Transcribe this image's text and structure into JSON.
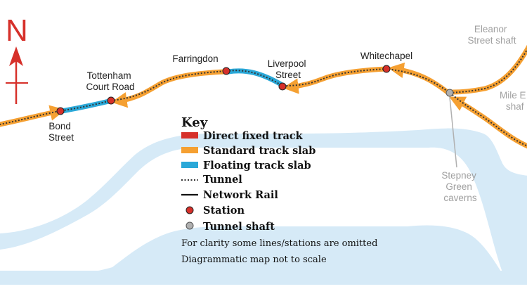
{
  "north_label": "N",
  "stations": [
    {
      "id": "bond",
      "name_lines": [
        "Bond",
        "Street"
      ]
    },
    {
      "id": "tcr",
      "name_lines": [
        "Tottenham",
        "Court Road"
      ]
    },
    {
      "id": "farringdon",
      "name_lines": [
        "Farringdon"
      ]
    },
    {
      "id": "liverpool",
      "name_lines": [
        "Liverpool",
        "Street"
      ]
    },
    {
      "id": "whitechapel",
      "name_lines": [
        "Whitechapel"
      ]
    }
  ],
  "shafts": [
    {
      "id": "eleanor",
      "name_lines": [
        "Eleanor",
        "Street shaft"
      ]
    },
    {
      "id": "mile",
      "name_lines": [
        "Mile E",
        "shaf"
      ]
    },
    {
      "id": "stepney",
      "name_lines": [
        "Stepney",
        "Green",
        "caverns"
      ]
    }
  ],
  "key": {
    "title": "Key",
    "items": [
      {
        "label": "Direct fixed track",
        "symbol": "bar",
        "color": "#d6302a"
      },
      {
        "label": "Standard track slab",
        "symbol": "bar",
        "color": "#f5a032"
      },
      {
        "label": "Floating track slab",
        "symbol": "bar",
        "color": "#2aa8d8"
      },
      {
        "label": "Tunnel",
        "symbol": "dotted",
        "color": "#333333"
      },
      {
        "label": "Network Rail",
        "symbol": "line",
        "color": "#111111"
      },
      {
        "label": "Station",
        "symbol": "circle",
        "color": "#d6302a"
      },
      {
        "label": "Tunnel shaft",
        "symbol": "circle",
        "color": "#b0b0b0"
      }
    ],
    "notes": [
      "For clarity some lines/stations are omitted",
      "Diagrammatic map not to scale"
    ]
  },
  "colors": {
    "river": "#d6eaf7",
    "standard_slab": "#f5a032",
    "floating_slab": "#2aa8d8",
    "station_fill": "#d6302a",
    "shaft_fill": "#b0b0b0",
    "north": "#d6302a"
  }
}
